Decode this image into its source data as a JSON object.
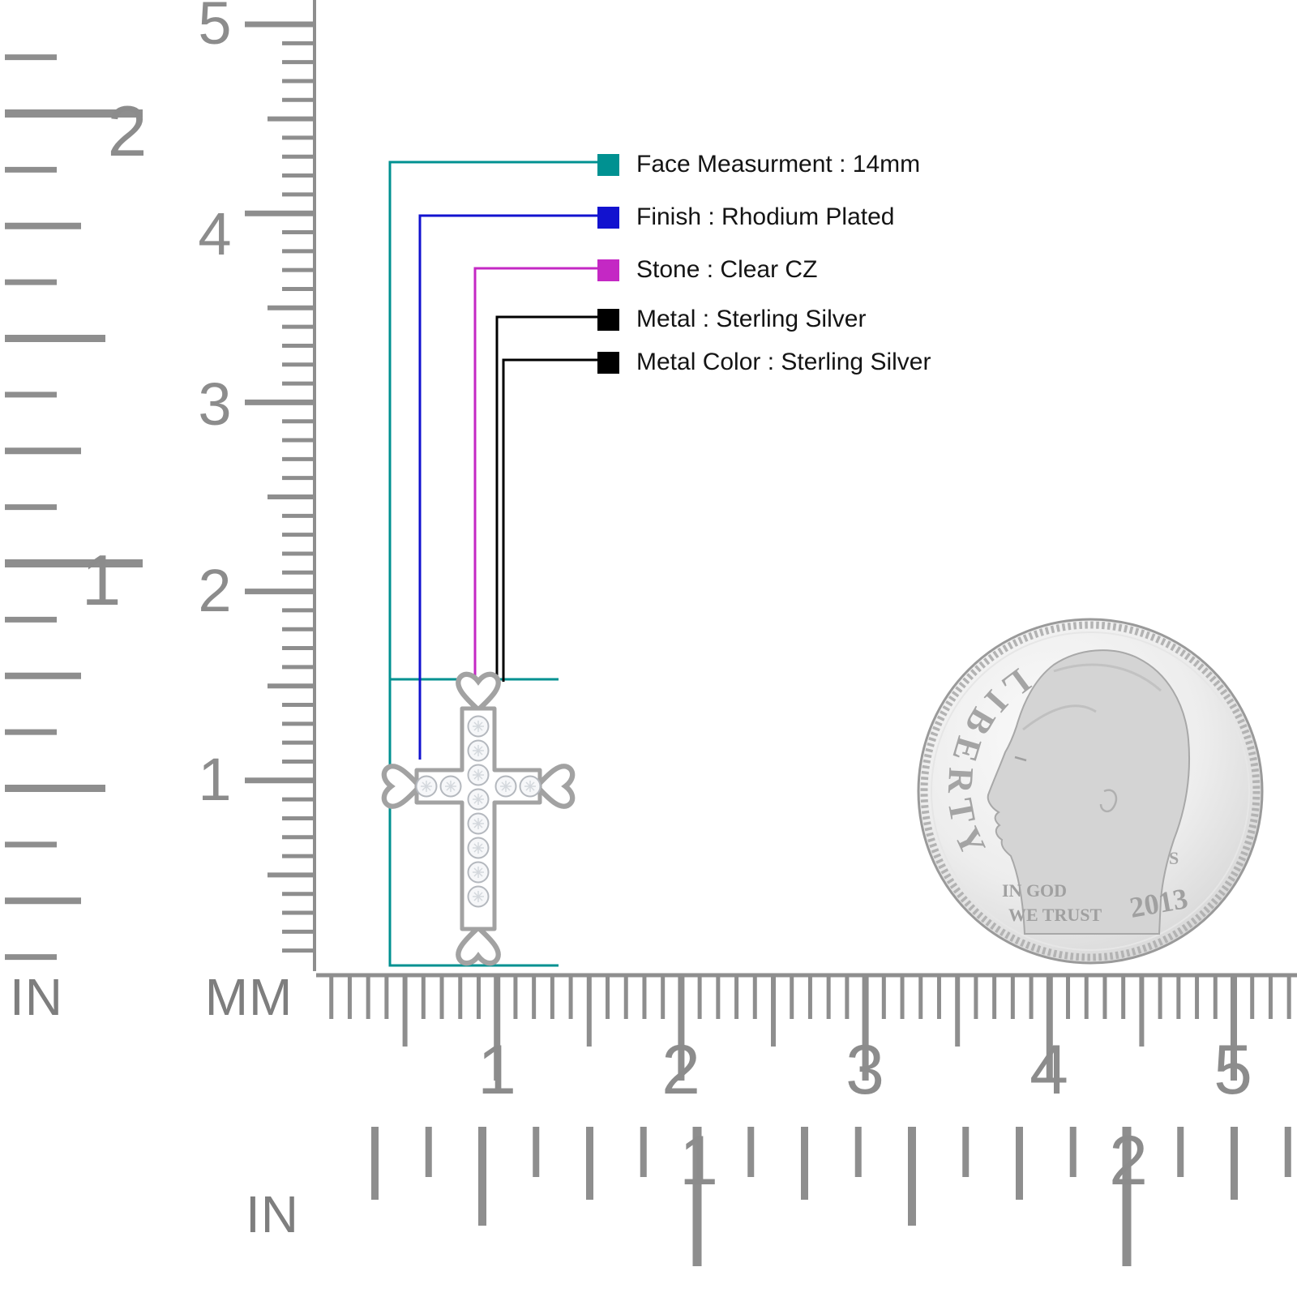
{
  "legend": {
    "items": [
      {
        "label": "Face Measurment : 14mm",
        "color": "#009191"
      },
      {
        "label": "Finish : Rhodium Plated",
        "color": "#1212cf"
      },
      {
        "label": "Stone : Clear CZ",
        "color": "#c428c4"
      },
      {
        "label": "Metal : Sterling Silver",
        "color": "#000000"
      },
      {
        "label": "Metal Color : Sterling Silver",
        "color": "#000000"
      }
    ]
  },
  "rulers": {
    "left_inch": {
      "unit": "IN",
      "numbers": [
        "2",
        "1"
      ]
    },
    "left_mm": {
      "unit": "MM",
      "numbers": [
        "5",
        "4",
        "3",
        "2",
        "1"
      ]
    },
    "bottom_mm": {
      "numbers": [
        "1",
        "2",
        "3",
        "4",
        "5"
      ]
    },
    "bottom_inch": {
      "unit": "IN",
      "numbers": [
        "1",
        "2"
      ]
    }
  },
  "coin": {
    "legend_text": "LIBERTY",
    "motto_line1": "IN GOD",
    "motto_line2": "WE TRUST",
    "year": "2013",
    "mint_mark": "S"
  }
}
